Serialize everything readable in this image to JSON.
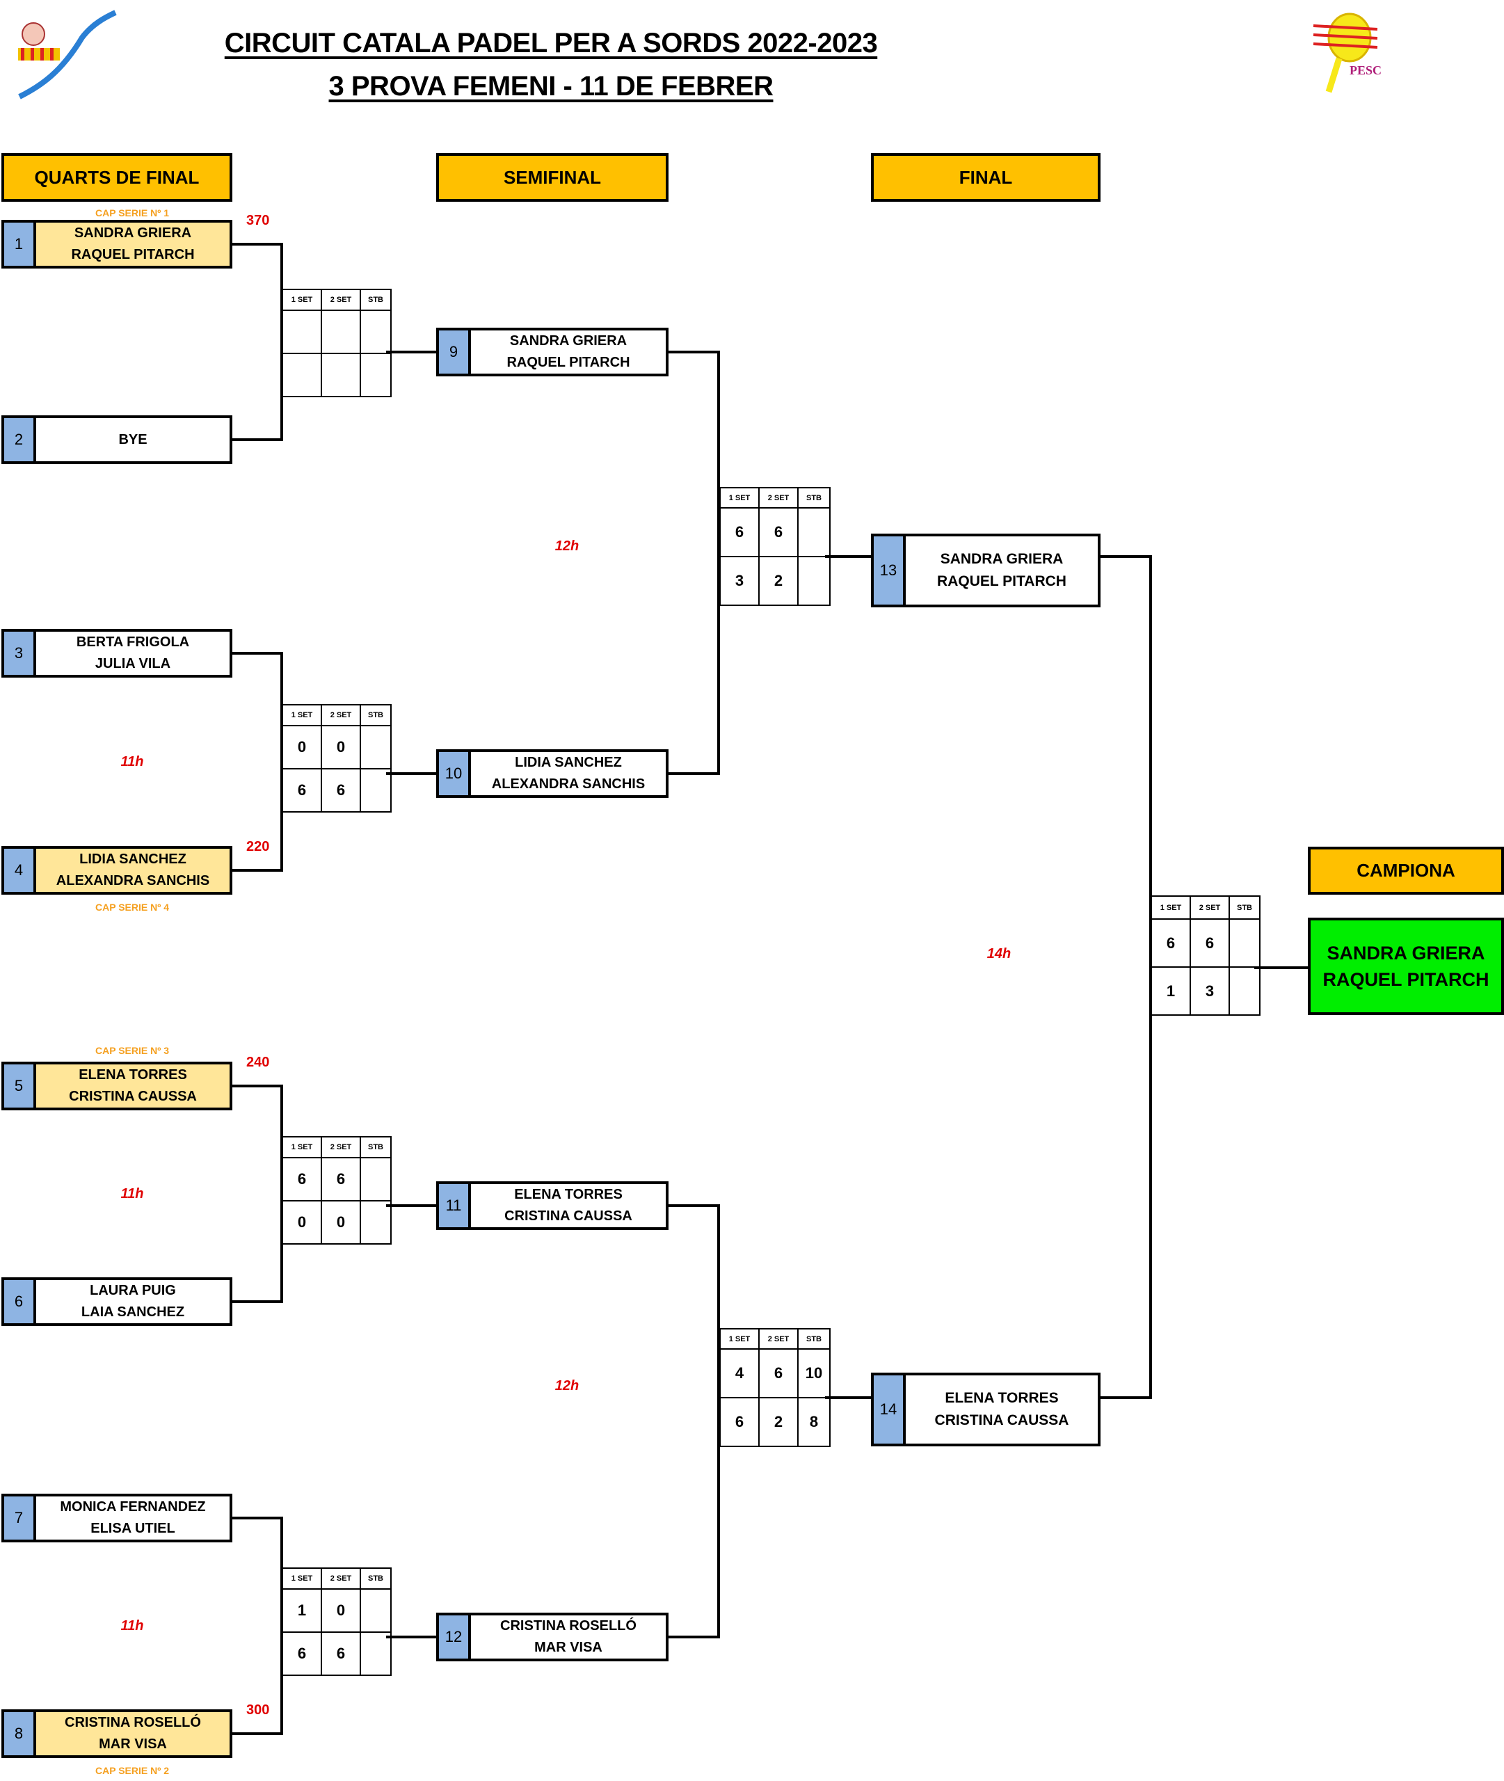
{
  "header": {
    "title": "CIRCUIT CATALA PADEL PER A SORDS 2022-2023",
    "subtitle": "3 PROVA FEMENI - 11 DE FEBRER"
  },
  "rounds": {
    "quarter": "QUARTS DE FINAL",
    "semi": "SEMIFINAL",
    "final": "FINAL",
    "champion": "CAMPIONA"
  },
  "score_headers": [
    "1 SET",
    "2 SET",
    "STB"
  ],
  "quarter_teams": [
    {
      "num": "1",
      "names": [
        "SANDRA GRIERA",
        "RAQUEL PITARCH"
      ],
      "seeded": true,
      "points": "370",
      "cap_serie": "CAP SERIE Nº 1"
    },
    {
      "num": "2",
      "names": [
        "BYE"
      ],
      "seeded": false
    },
    {
      "num": "3",
      "names": [
        "BERTA FRIGOLA",
        "JULIA VILA"
      ],
      "seeded": false
    },
    {
      "num": "4",
      "names": [
        "LIDIA SANCHEZ",
        "ALEXANDRA SANCHIS"
      ],
      "seeded": true,
      "points": "220",
      "cap_serie": "CAP SERIE Nº 4"
    },
    {
      "num": "5",
      "names": [
        "ELENA TORRES",
        "CRISTINA CAUSSA"
      ],
      "seeded": true,
      "points": "240",
      "cap_serie": "CAP SERIE Nº 3"
    },
    {
      "num": "6",
      "names": [
        "LAURA PUIG",
        "LAIA SANCHEZ"
      ],
      "seeded": false
    },
    {
      "num": "7",
      "names": [
        "MONICA FERNANDEZ",
        "ELISA UTIEL"
      ],
      "seeded": false
    },
    {
      "num": "8",
      "names": [
        "CRISTINA ROSELLÓ",
        "MAR VISA"
      ],
      "seeded": true,
      "points": "300",
      "cap_serie": "CAP SERIE Nº 2"
    }
  ],
  "quarter_scores": [
    [
      [
        "",
        "",
        ""
      ],
      [
        "",
        "",
        ""
      ]
    ],
    [
      [
        "0",
        "0",
        ""
      ],
      [
        "6",
        "6",
        ""
      ]
    ],
    [
      [
        "6",
        "6",
        ""
      ],
      [
        "0",
        "0",
        ""
      ]
    ],
    [
      [
        "1",
        "0",
        ""
      ],
      [
        "6",
        "6",
        ""
      ]
    ]
  ],
  "quarter_times": [
    "11h",
    "11h",
    "11h"
  ],
  "semi_teams": [
    {
      "num": "9",
      "names": [
        "SANDRA GRIERA",
        "RAQUEL PITARCH"
      ]
    },
    {
      "num": "10",
      "names": [
        "LIDIA SANCHEZ",
        "ALEXANDRA SANCHIS"
      ]
    },
    {
      "num": "11",
      "names": [
        "ELENA TORRES",
        "CRISTINA CAUSSA"
      ]
    },
    {
      "num": "12",
      "names": [
        "CRISTINA ROSELLÓ",
        "MAR VISA"
      ]
    }
  ],
  "semi_scores": [
    [
      [
        "6",
        "6",
        ""
      ],
      [
        "3",
        "2",
        ""
      ]
    ],
    [
      [
        "4",
        "6",
        "10"
      ],
      [
        "6",
        "2",
        "8"
      ]
    ]
  ],
  "semi_times": [
    "12h",
    "12h"
  ],
  "final_teams": [
    {
      "num": "13",
      "names": [
        "SANDRA GRIERA",
        "RAQUEL PITARCH"
      ]
    },
    {
      "num": "14",
      "names": [
        "ELENA TORRES",
        "CRISTINA CAUSSA"
      ]
    }
  ],
  "final_scores": [
    [
      "6",
      "6",
      ""
    ],
    [
      "1",
      "3",
      ""
    ]
  ],
  "final_time": "14h",
  "champion": {
    "names": [
      "SANDRA GRIERA",
      "RAQUEL PITARCH"
    ]
  },
  "colors": {
    "round_header": "#FFC000",
    "seeded": "#FFE699",
    "number_cell": "#8EB4E3",
    "champion": "#00EE00",
    "accent_red": "#E00000",
    "cap_serie": "#F5A020"
  }
}
